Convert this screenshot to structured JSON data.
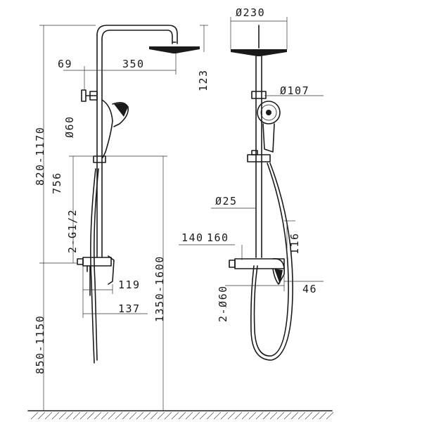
{
  "dimensions": {
    "front_diameter_head": "Ø230",
    "front_diameter_handshower": "Ø107",
    "front_diameter_pipe": "Ø25",
    "front_width_a": "140",
    "front_width_b": "160",
    "front_height_a": "116",
    "front_depth": "46",
    "front_pipe_count": "2-Ø60",
    "side_offset_a": "69",
    "side_arm": "350",
    "side_head_height": "123",
    "side_diameter_plate": "Ø60",
    "side_height_total": "820-1170",
    "side_height_slider": "756",
    "side_connection": "2-G1/2",
    "side_depth_a": "119",
    "side_depth_b": "137",
    "side_height_floor": "850-1150",
    "side_height_range": "1350-1600"
  }
}
